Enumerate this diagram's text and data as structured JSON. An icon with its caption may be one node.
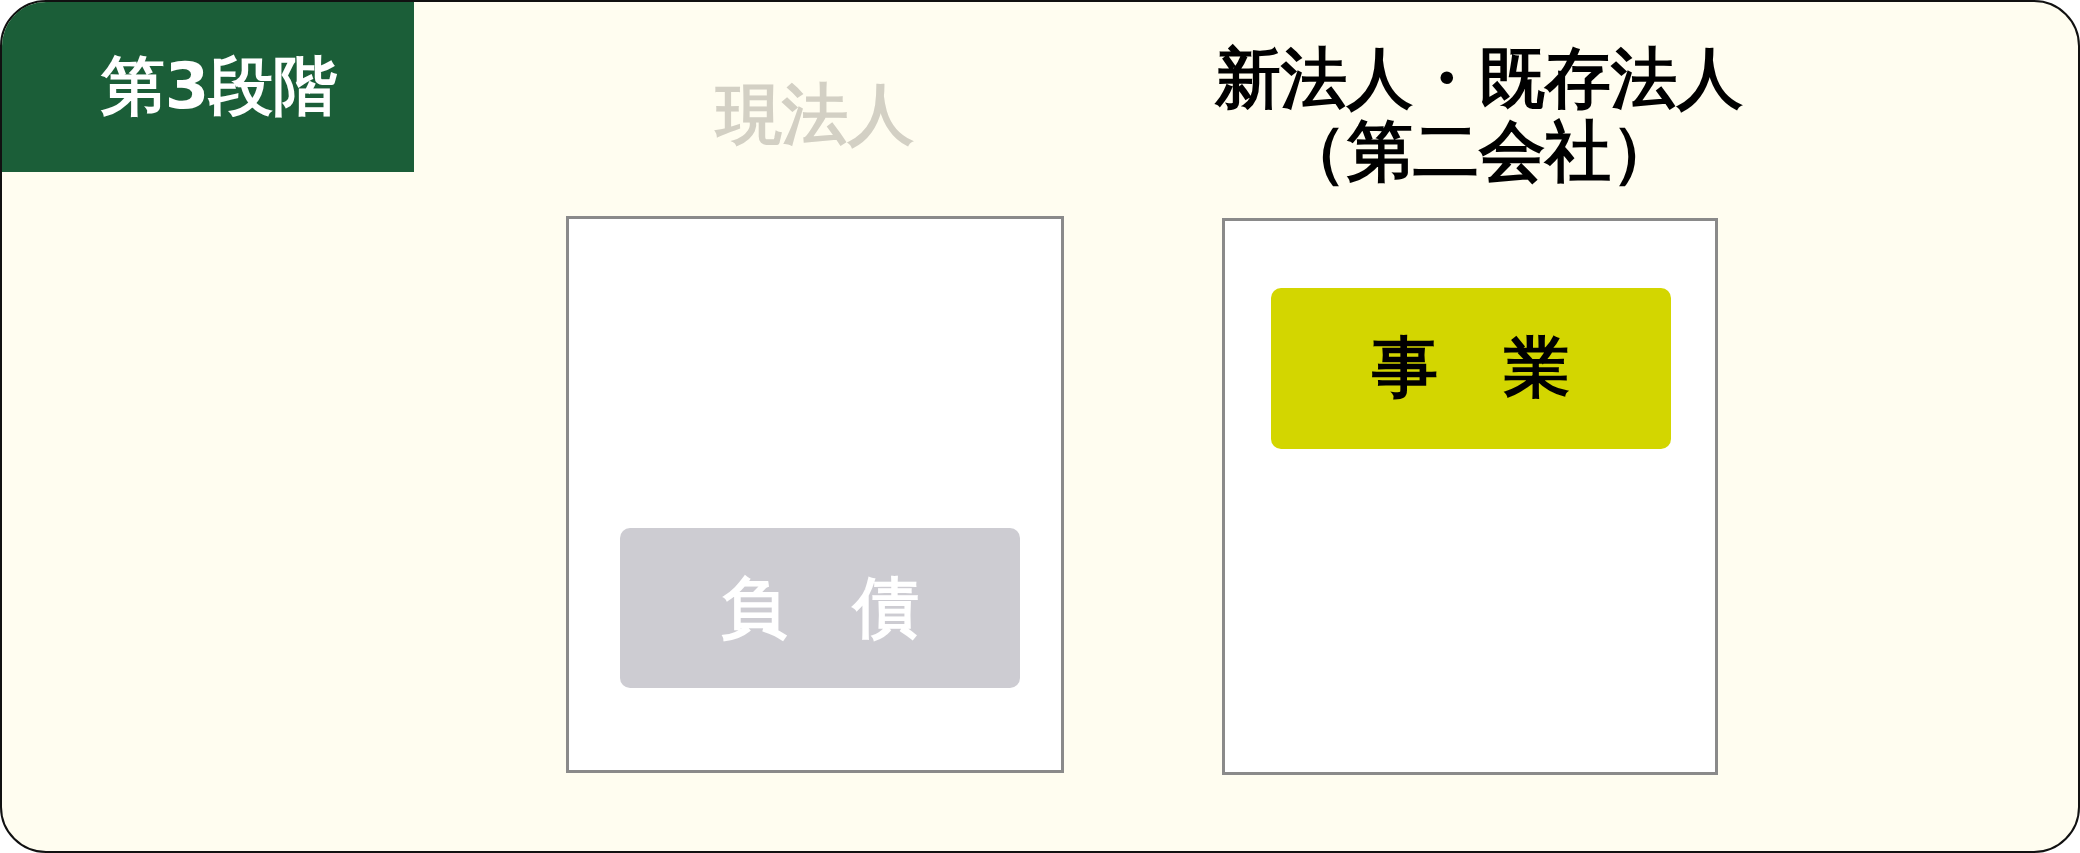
{
  "diagram": {
    "nodes": [
      {
        "text": [
          "第3段階"
        ]
      },
      {
        "text": [
          "現法人"
        ]
      },
      {
        "text": [
          "負　債"
        ],
        "in": 1
      },
      {
        "text": [
          "新法人・既存法人（第二会社）"
        ]
      },
      {
        "text": [
          "事　業"
        ],
        "in": 3
      }
    ]
  }
}
